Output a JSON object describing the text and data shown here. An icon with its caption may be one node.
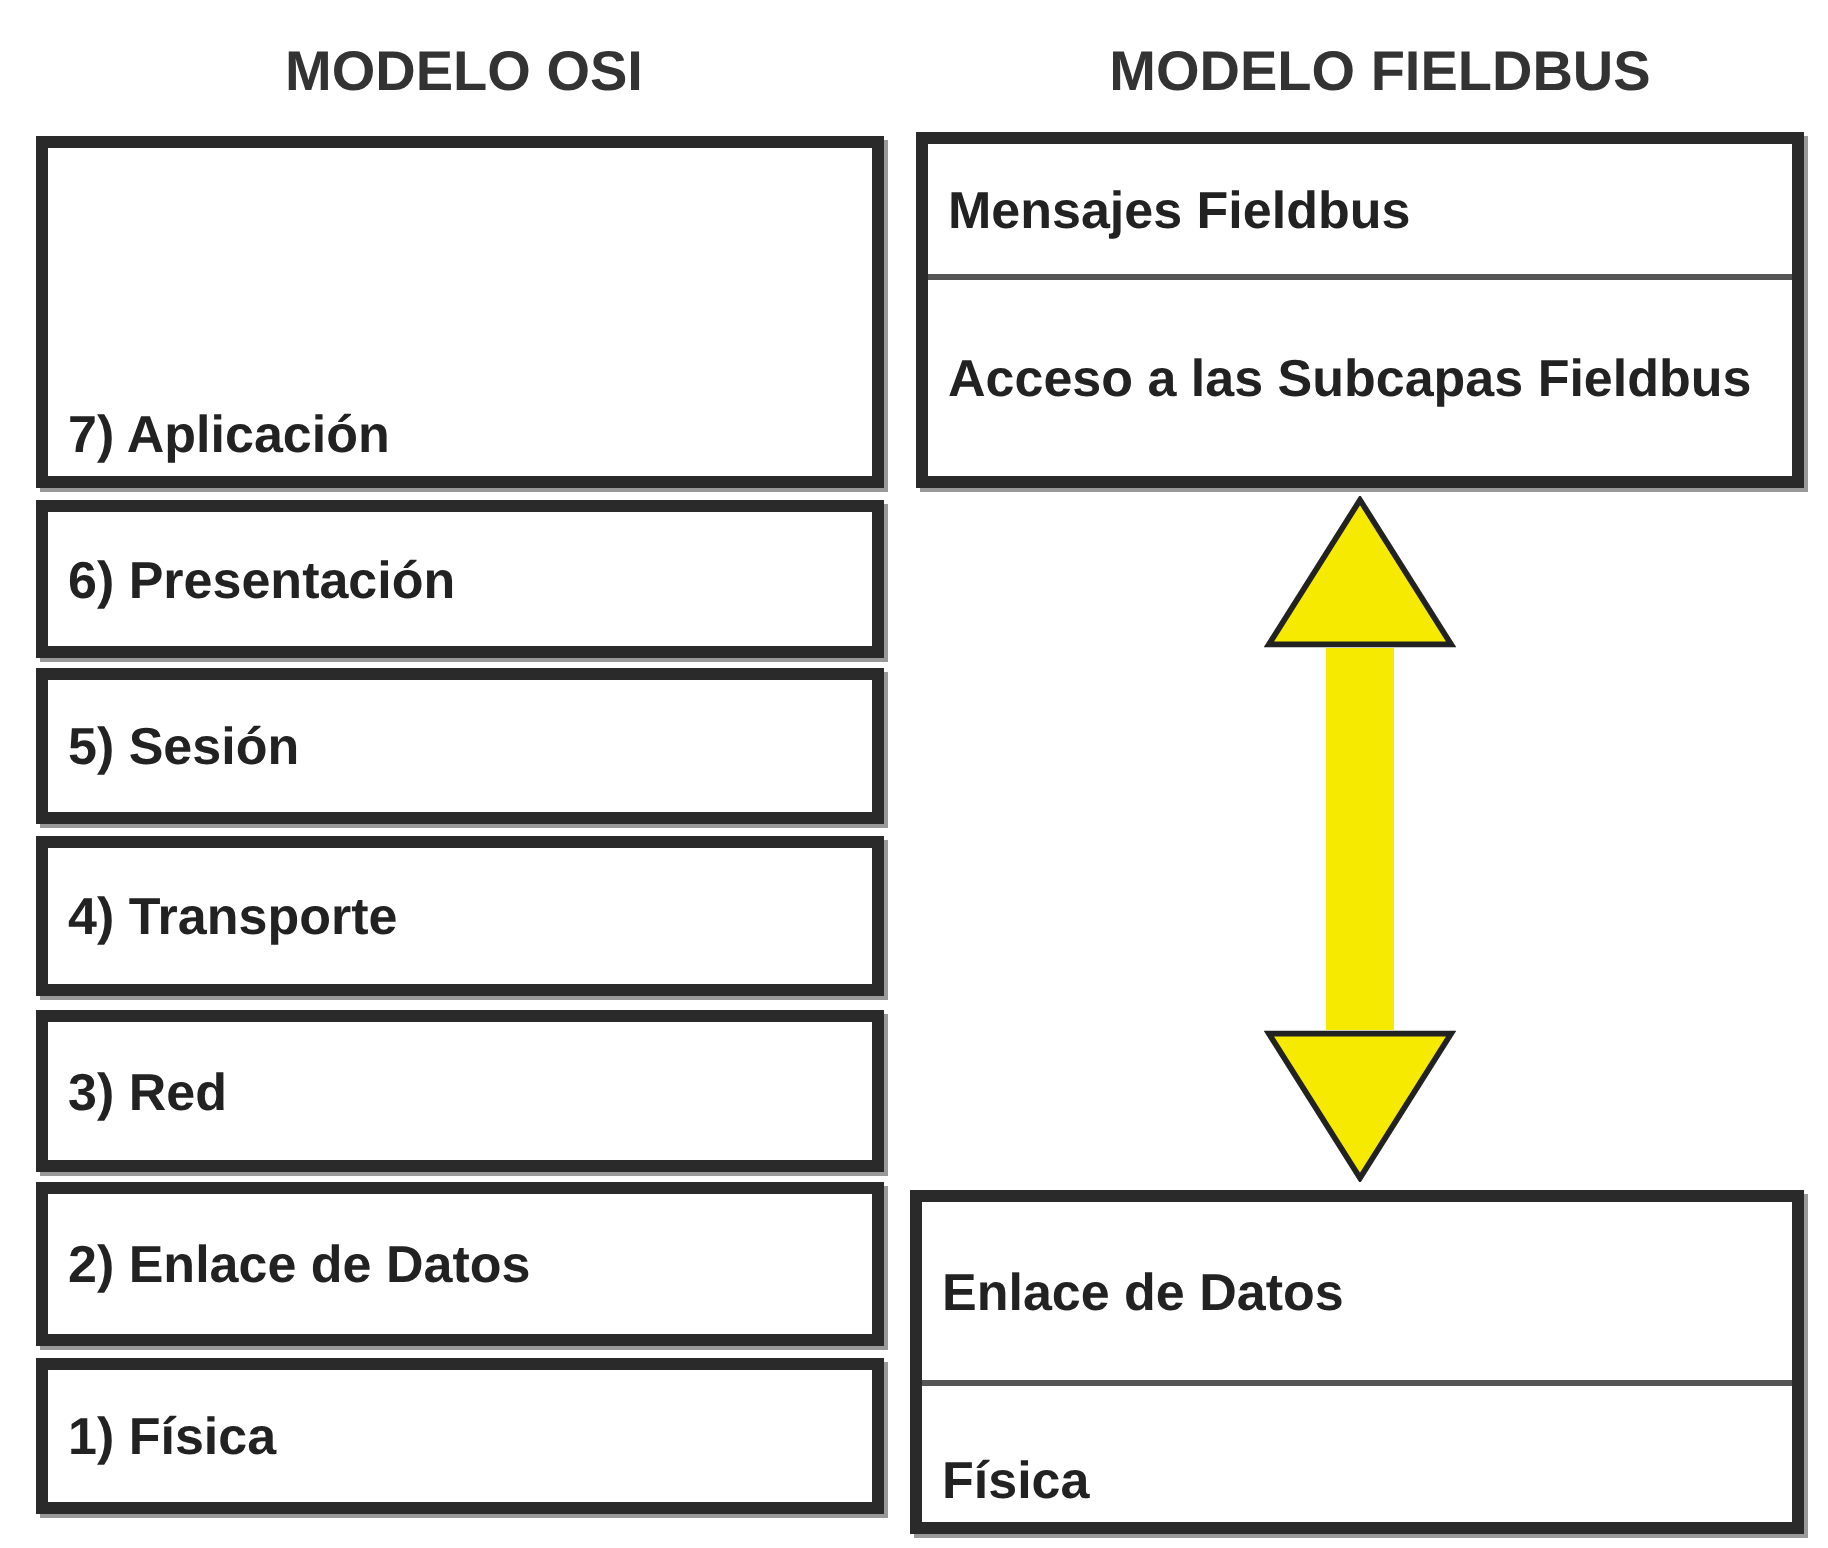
{
  "diagram": {
    "nodes": [
      {
        "text": [
          "7) Aplicación"
        ]
      },
      {
        "text": [
          "6) Presentación"
        ]
      },
      {
        "text": [
          "5) Sesión"
        ]
      },
      {
        "text": [
          "4) Transporte"
        ]
      },
      {
        "text": [
          "3) Red"
        ]
      },
      {
        "text": [
          "2) Enlace de Datos"
        ]
      },
      {
        "text": [
          "1) Física"
        ]
      },
      {
        "text": [],
        "shape": "box"
      },
      {
        "text": [
          "Mensajes Fieldbus"
        ],
        "in": 7
      },
      {
        "text": [
          "Acceso a las Subcapas Fieldbus"
        ],
        "in": 7
      },
      {
        "text": [],
        "shape": "box"
      },
      {
        "text": [
          "Enlace de Datos"
        ],
        "in": 10
      },
      {
        "text": [
          "Física"
        ],
        "in": 10
      }
    ],
    "edges": [
      {
        "from": 7,
        "to": 10,
        "arrow": "both"
      }
    ],
    "labels": [
      "MODELO OSI",
      "MODELO FIELDBUS"
    ]
  }
}
